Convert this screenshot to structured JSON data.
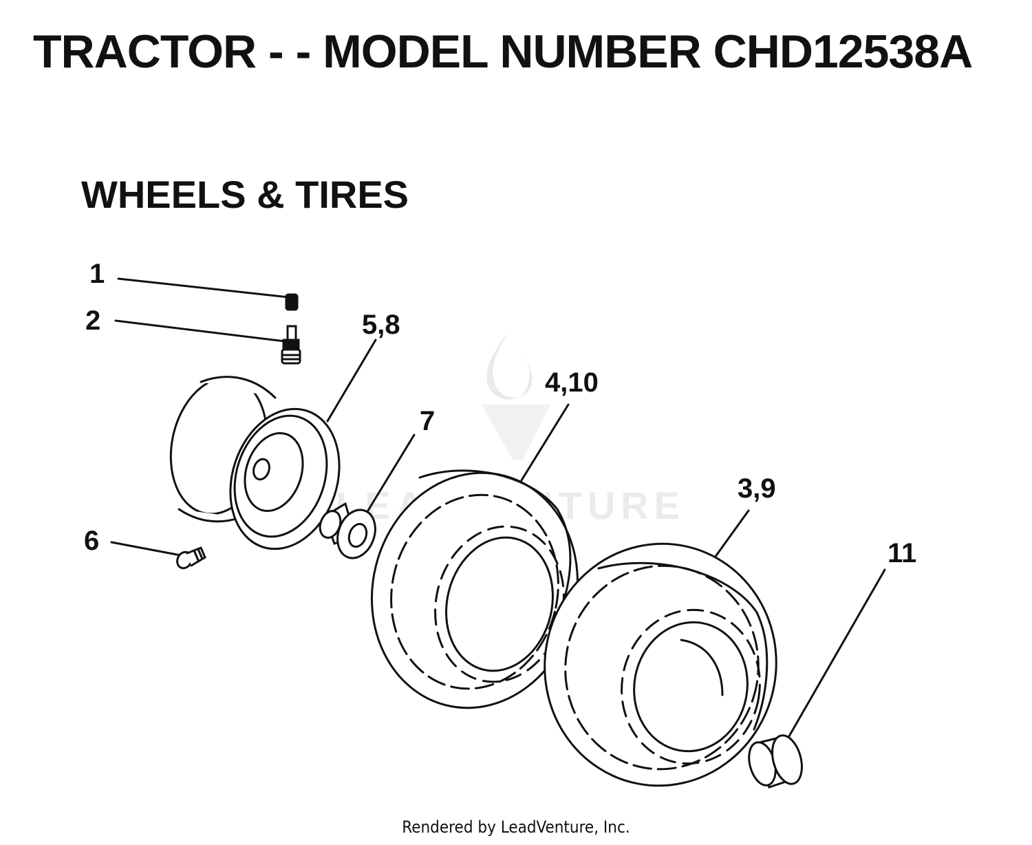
{
  "document": {
    "title": "TRACTOR - - MODEL NUMBER CHD12538A",
    "section": "WHEELS & TIRES",
    "footer": "Rendered by LeadVenture, Inc."
  },
  "watermark": {
    "text": "LEADVENTURE",
    "color": "#dcdcdc",
    "icon": "leadventure-flame-logo-icon"
  },
  "callouts": [
    {
      "id": "c1",
      "label": "1"
    },
    {
      "id": "c2",
      "label": "2"
    },
    {
      "id": "c58",
      "label": "5,8"
    },
    {
      "id": "c410",
      "label": "4,10"
    },
    {
      "id": "c7",
      "label": "7"
    },
    {
      "id": "c39",
      "label": "3,9"
    },
    {
      "id": "c6",
      "label": "6"
    },
    {
      "id": "c11",
      "label": "11"
    }
  ],
  "colors": {
    "ink": "#111111",
    "paper": "#ffffff"
  }
}
